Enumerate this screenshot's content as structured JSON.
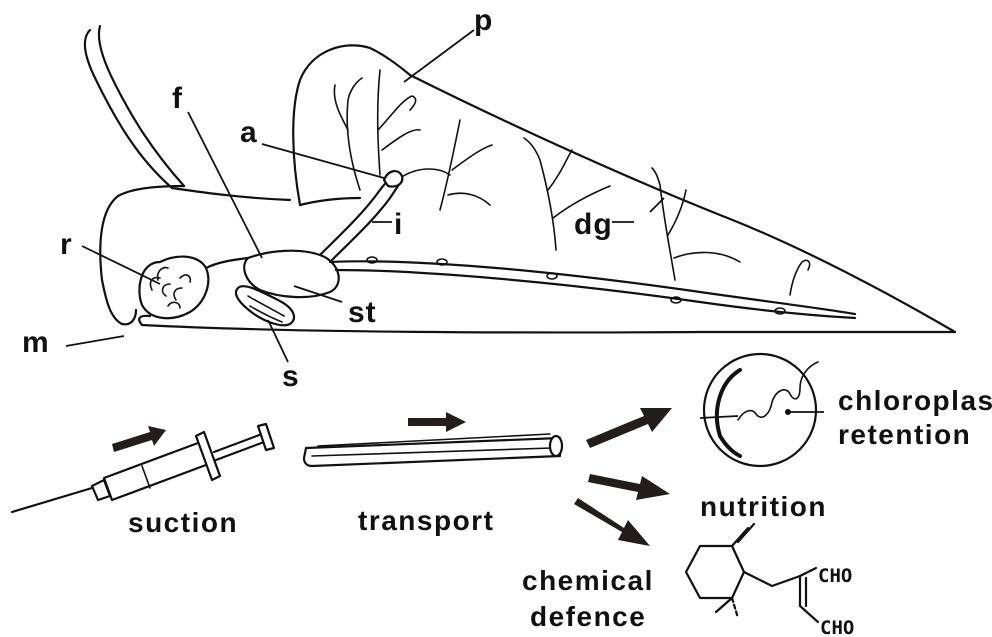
{
  "labels": {
    "p": "p",
    "f": "f",
    "a": "a",
    "i": "i",
    "dg": "dg",
    "r": "r",
    "st": "st",
    "m": "m",
    "s": "s"
  },
  "captions": {
    "suction": "suction",
    "transport": "transport",
    "chloroplast_line1": "chloroplast",
    "chloroplast_line2": "retention",
    "nutrition": "nutrition",
    "chemical_line1": "chemical",
    "chemical_line2": "defence"
  },
  "molecule": {
    "cho_top": "CHO",
    "cho_bottom": "CHO"
  },
  "icons": [
    "syringe-icon",
    "tube-icon",
    "chloroplast-cell-icon",
    "molecule-structure-icon",
    "arrow-icon"
  ],
  "colors": {
    "ink": "#111111",
    "arrow": "#231e1b",
    "background": "#ffffff"
  }
}
